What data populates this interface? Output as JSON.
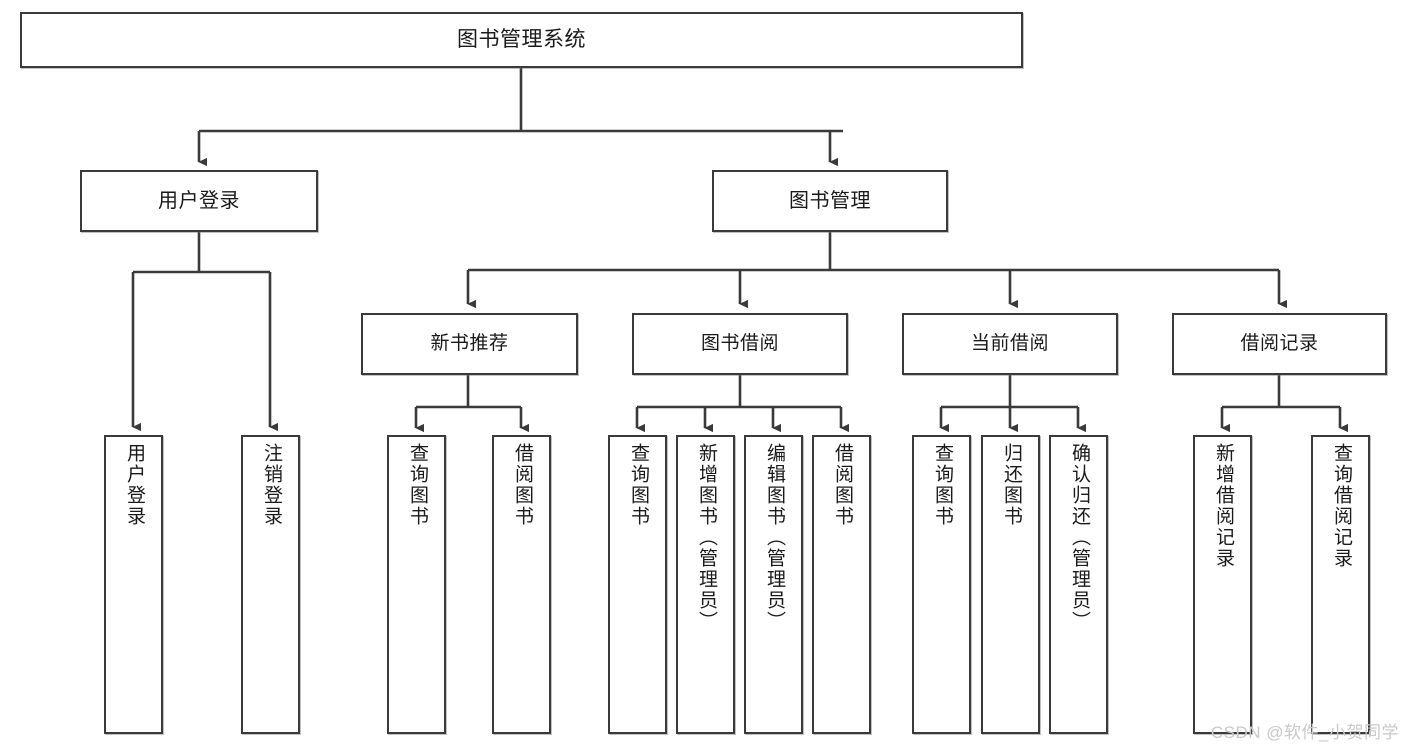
{
  "diagram": {
    "title": "图书管理系统",
    "watermark": "CSDN @软件_小贺同学",
    "root": {
      "label": "图书管理系统"
    },
    "level2": [
      {
        "label": "用户登录"
      },
      {
        "label": "图书管理"
      }
    ],
    "level3": [
      {
        "label": "新书推荐"
      },
      {
        "label": "图书借阅"
      },
      {
        "label": "当前借阅"
      },
      {
        "label": "借阅记录"
      }
    ],
    "leaves": {
      "user_login": [
        {
          "label": "用户登录"
        },
        {
          "label": "注销登录"
        }
      ],
      "new_book_recommend": [
        {
          "label": "查询图书"
        },
        {
          "label": "借阅图书"
        }
      ],
      "book_borrow": [
        {
          "label": "查询图书"
        },
        {
          "label": "新增图书（管理员）"
        },
        {
          "label": "编辑图书（管理员）"
        },
        {
          "label": "借阅图书"
        }
      ],
      "current_borrow": [
        {
          "label": "查询图书"
        },
        {
          "label": "归还图书"
        },
        {
          "label": "确认归还（管理员）"
        }
      ],
      "borrow_record": [
        {
          "label": "新增借阅记录"
        },
        {
          "label": "查询借阅记录"
        }
      ]
    }
  },
  "colors": {
    "stroke": "#3a3a3a",
    "box_fill": "#ffffff",
    "text": "#1a1a1a",
    "watermark": "#c9c9c9"
  }
}
